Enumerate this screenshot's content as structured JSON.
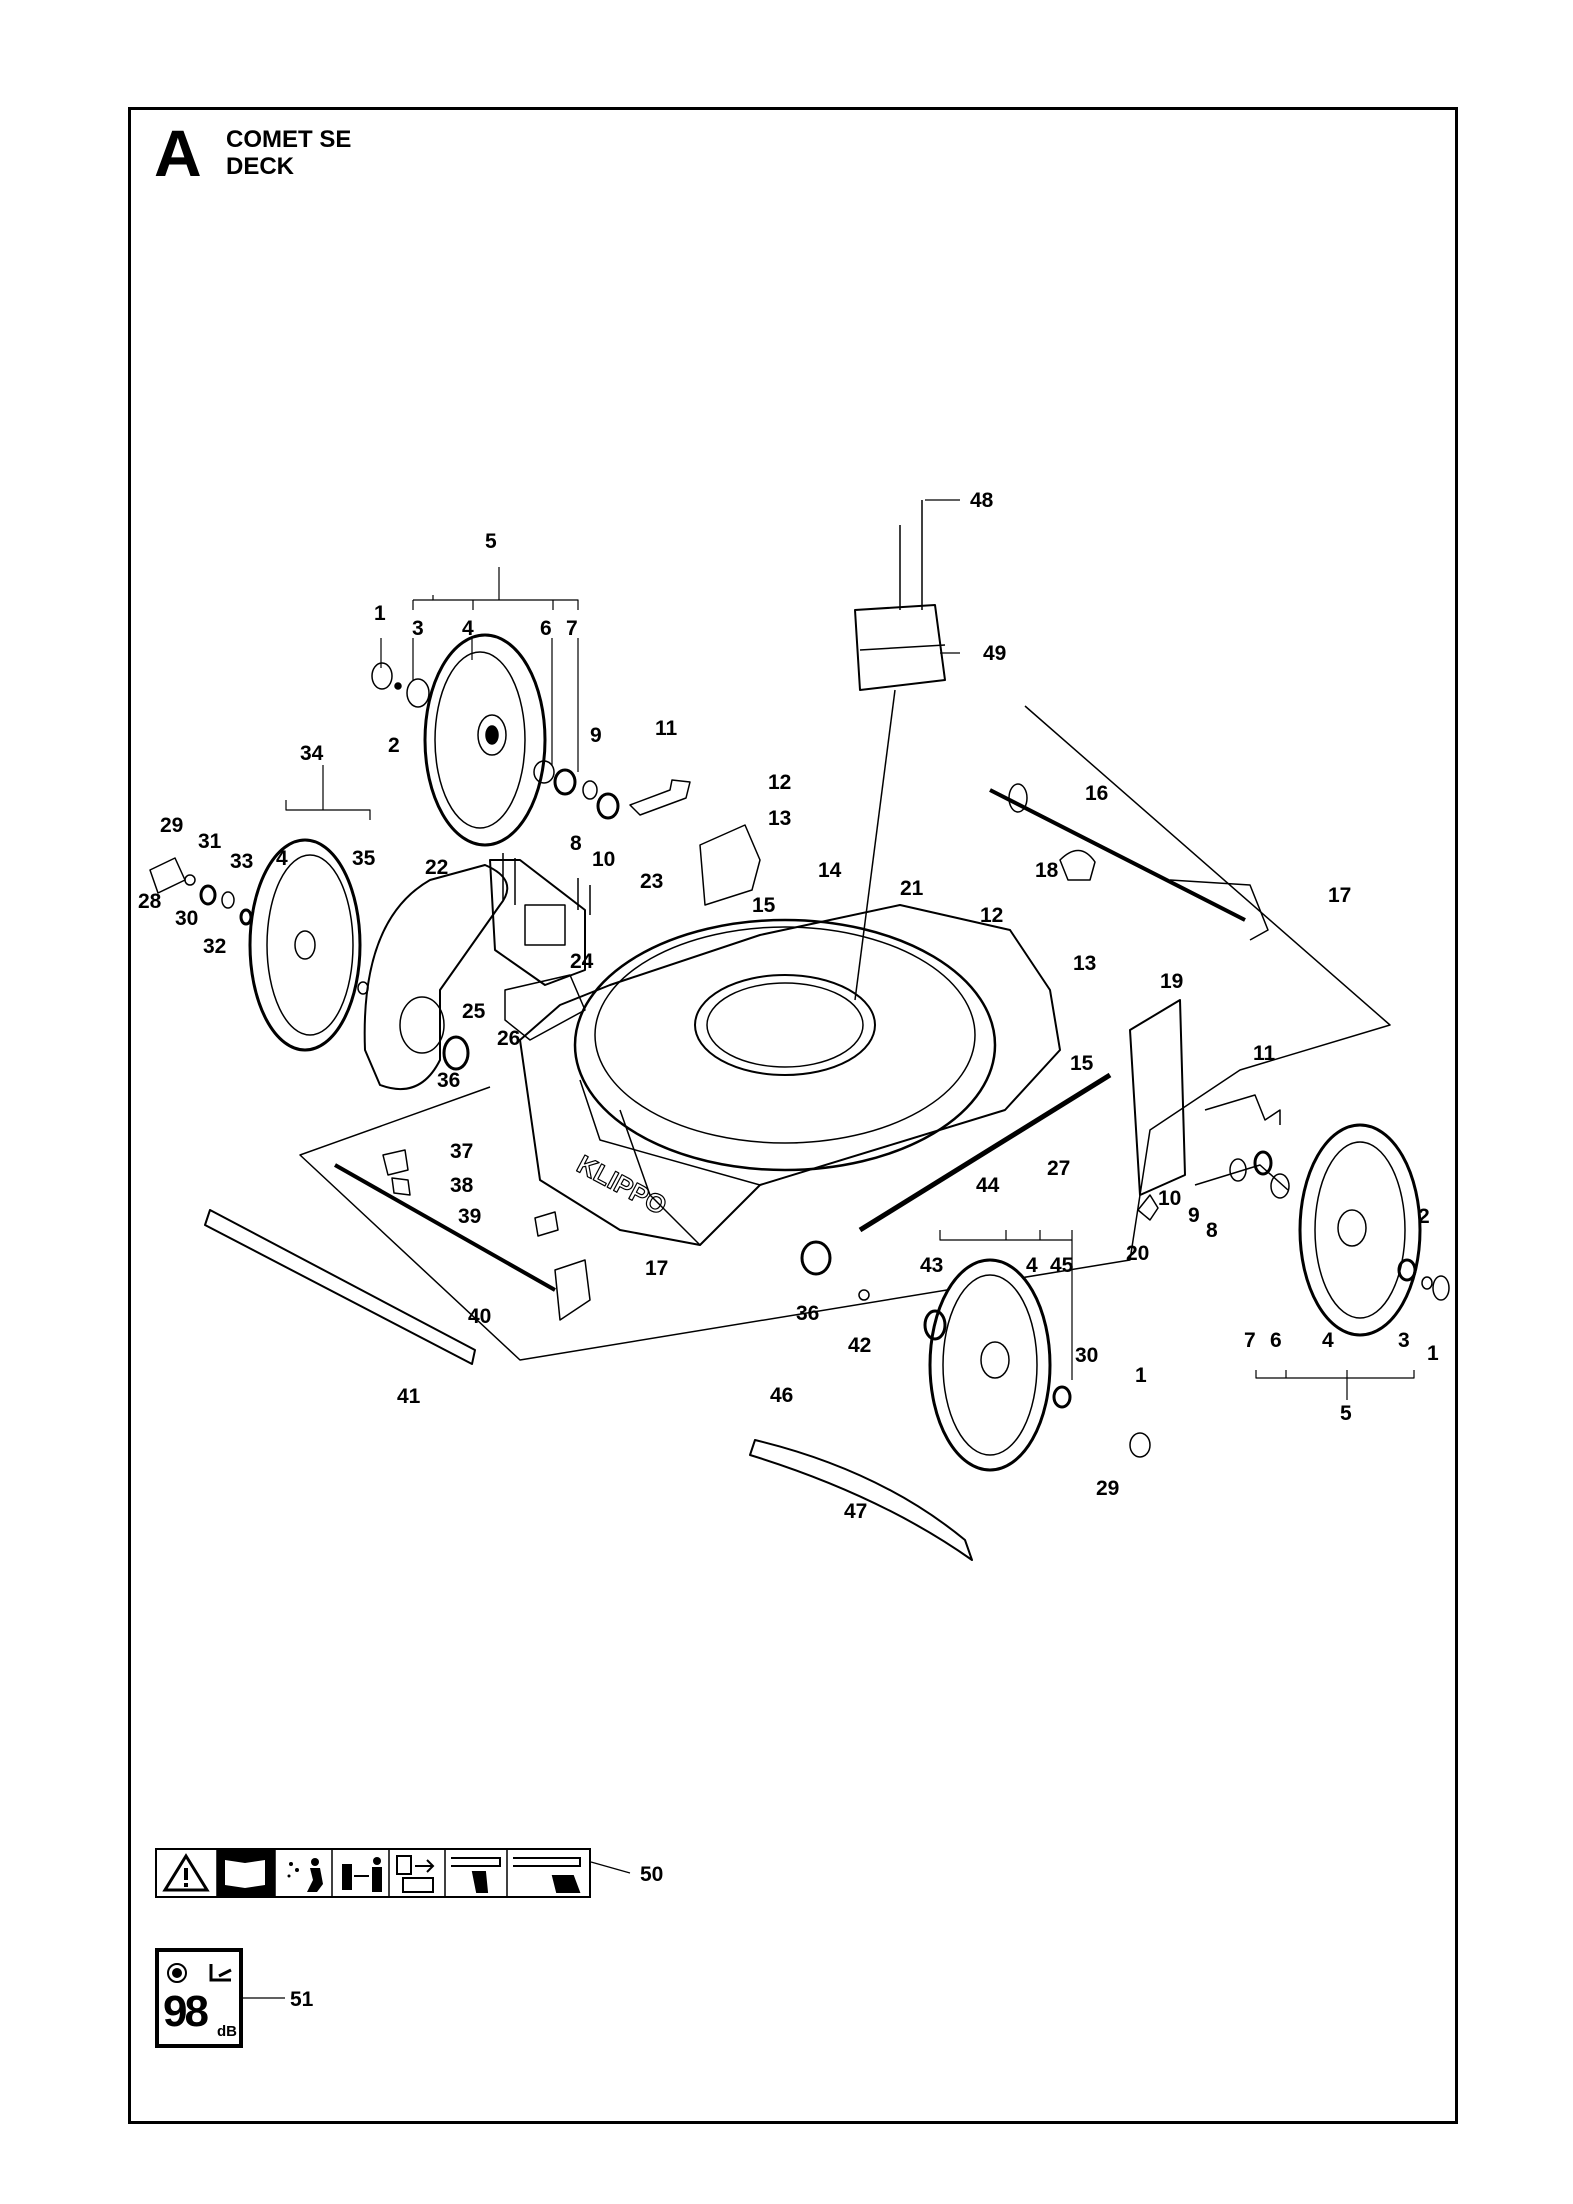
{
  "header": {
    "section_letter": "A",
    "title_line1": "COMET SE",
    "title_line2": "DECK"
  },
  "callouts": {
    "c1": "1",
    "c2": "2",
    "c3": "3",
    "c4": "4",
    "c5": "5",
    "c6": "6",
    "c7": "7",
    "c8": "8",
    "c9": "9",
    "c10": "10",
    "c11": "11",
    "c12": "12",
    "c13": "13",
    "c14": "14",
    "c15": "15",
    "c16": "16",
    "c17": "17",
    "c18": "18",
    "c19": "19",
    "c20": "20",
    "c21": "21",
    "c22": "22",
    "c23": "23",
    "c24": "24",
    "c25": "25",
    "c26": "26",
    "c27": "27",
    "c28": "28",
    "c29": "29",
    "c30": "30",
    "c31": "31",
    "c32": "32",
    "c33": "33",
    "c34": "34",
    "c35": "35",
    "c36": "36",
    "c37": "37",
    "c38": "38",
    "c39": "39",
    "c40": "40",
    "c41": "41",
    "c42": "42",
    "c43": "43",
    "c44": "44",
    "c45": "45",
    "c46": "46",
    "c47": "47",
    "c48": "48",
    "c49": "49",
    "c50": "50",
    "c51": "51"
  },
  "deck_brand": "KLIPPO",
  "noise_label": {
    "value": "98",
    "unit": "dB"
  },
  "icons": [
    "warning-icon",
    "manual-icon",
    "thrown-objects-icon",
    "safe-distance-icon",
    "disconnect-before-service-icon",
    "blade-hand-icon",
    "blade-foot-icon",
    "sound-power-icon"
  ]
}
